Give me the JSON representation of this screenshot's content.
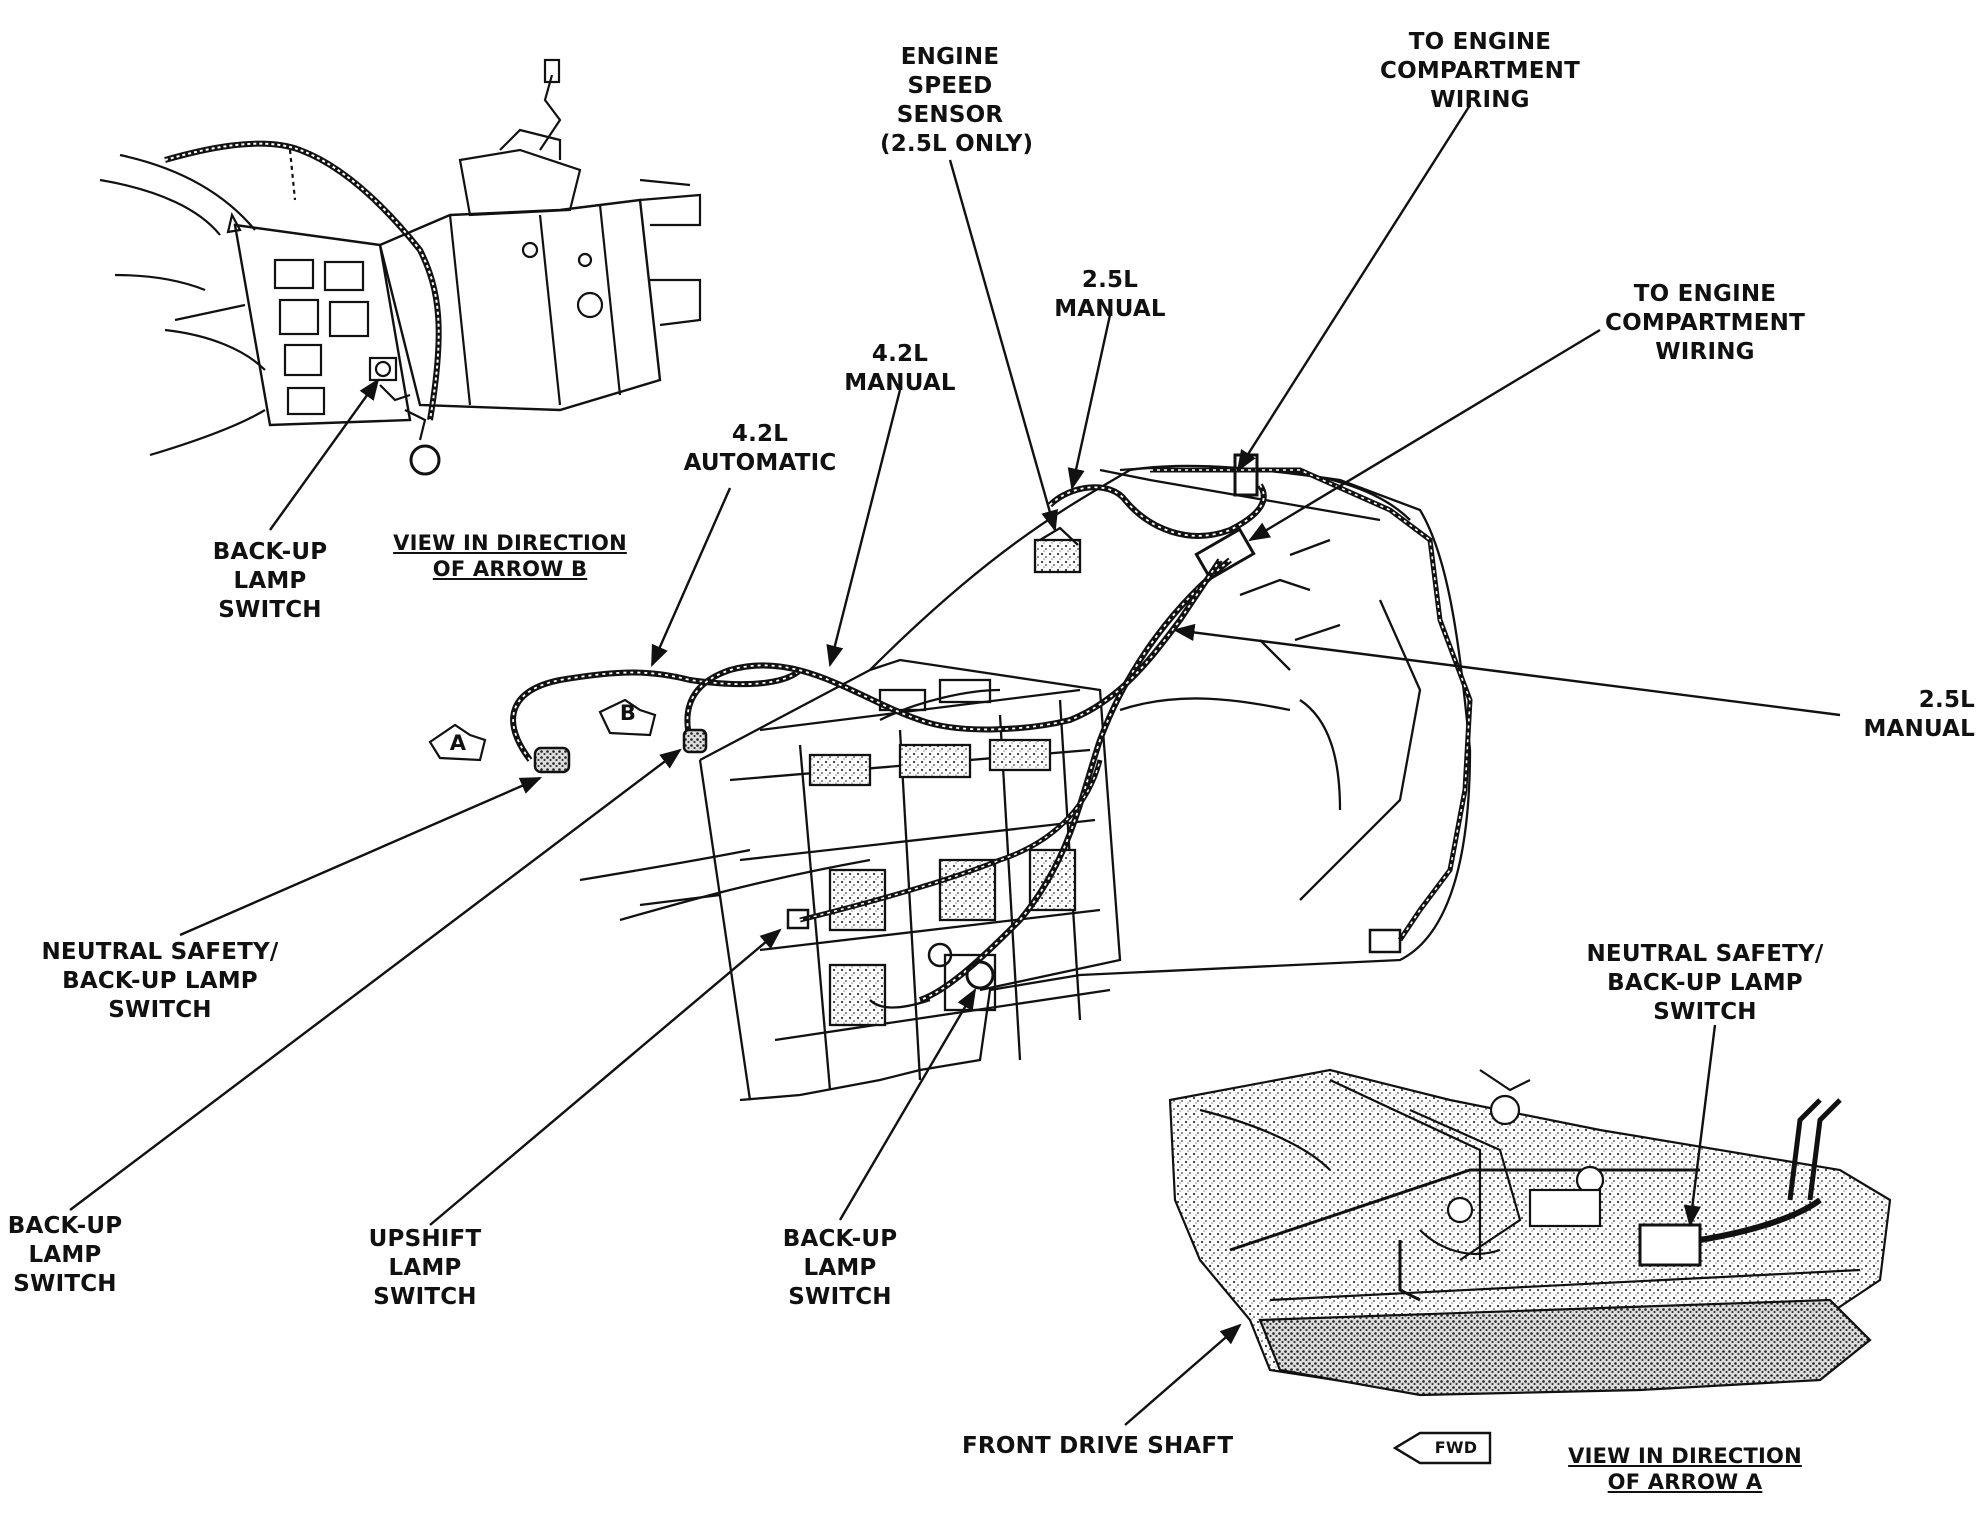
{
  "diagram": {
    "labels": {
      "engine_speed_sensor": [
        "ENGINE",
        "SPEED",
        "SENSOR",
        "(2.5L ONLY)"
      ],
      "to_engine_compartment_wiring_top": [
        "TO ENGINE",
        "COMPARTMENT",
        "WIRING"
      ],
      "to_engine_compartment_wiring_right": [
        "TO ENGINE",
        "COMPARTMENT",
        "WIRING"
      ],
      "manual_25l_top": [
        "2.5L",
        "MANUAL"
      ],
      "manual_42l": [
        "4.2L",
        "MANUAL"
      ],
      "automatic_42l": [
        "4.2L",
        "AUTOMATIC"
      ],
      "manual_25l_right": [
        "2.5L",
        "MANUAL"
      ],
      "backup_lamp_switch_inset_b": [
        "BACK-UP",
        "LAMP",
        "SWITCH"
      ],
      "view_arrow_b": [
        "VIEW IN DIRECTION",
        "OF ARROW B"
      ],
      "neutral_safety_left": [
        "NEUTRAL SAFETY/",
        "BACK-UP LAMP",
        "SWITCH"
      ],
      "neutral_safety_right": [
        "NEUTRAL SAFETY/",
        "BACK-UP LAMP",
        "SWITCH"
      ],
      "backup_lamp_switch_left": [
        "BACK-UP",
        "LAMP",
        "SWITCH"
      ],
      "upshift_lamp_switch": [
        "UPSHIFT",
        "LAMP",
        "SWITCH"
      ],
      "backup_lamp_switch_center": [
        "BACK-UP",
        "LAMP",
        "SWITCH"
      ],
      "front_drive_shaft": [
        "FRONT DRIVE SHAFT"
      ],
      "view_arrow_a": [
        "VIEW IN DIRECTION",
        "OF ARROW A"
      ],
      "arrow_a_marker": "A",
      "arrow_b_marker": "B",
      "fwd_marker": "FWD"
    }
  }
}
